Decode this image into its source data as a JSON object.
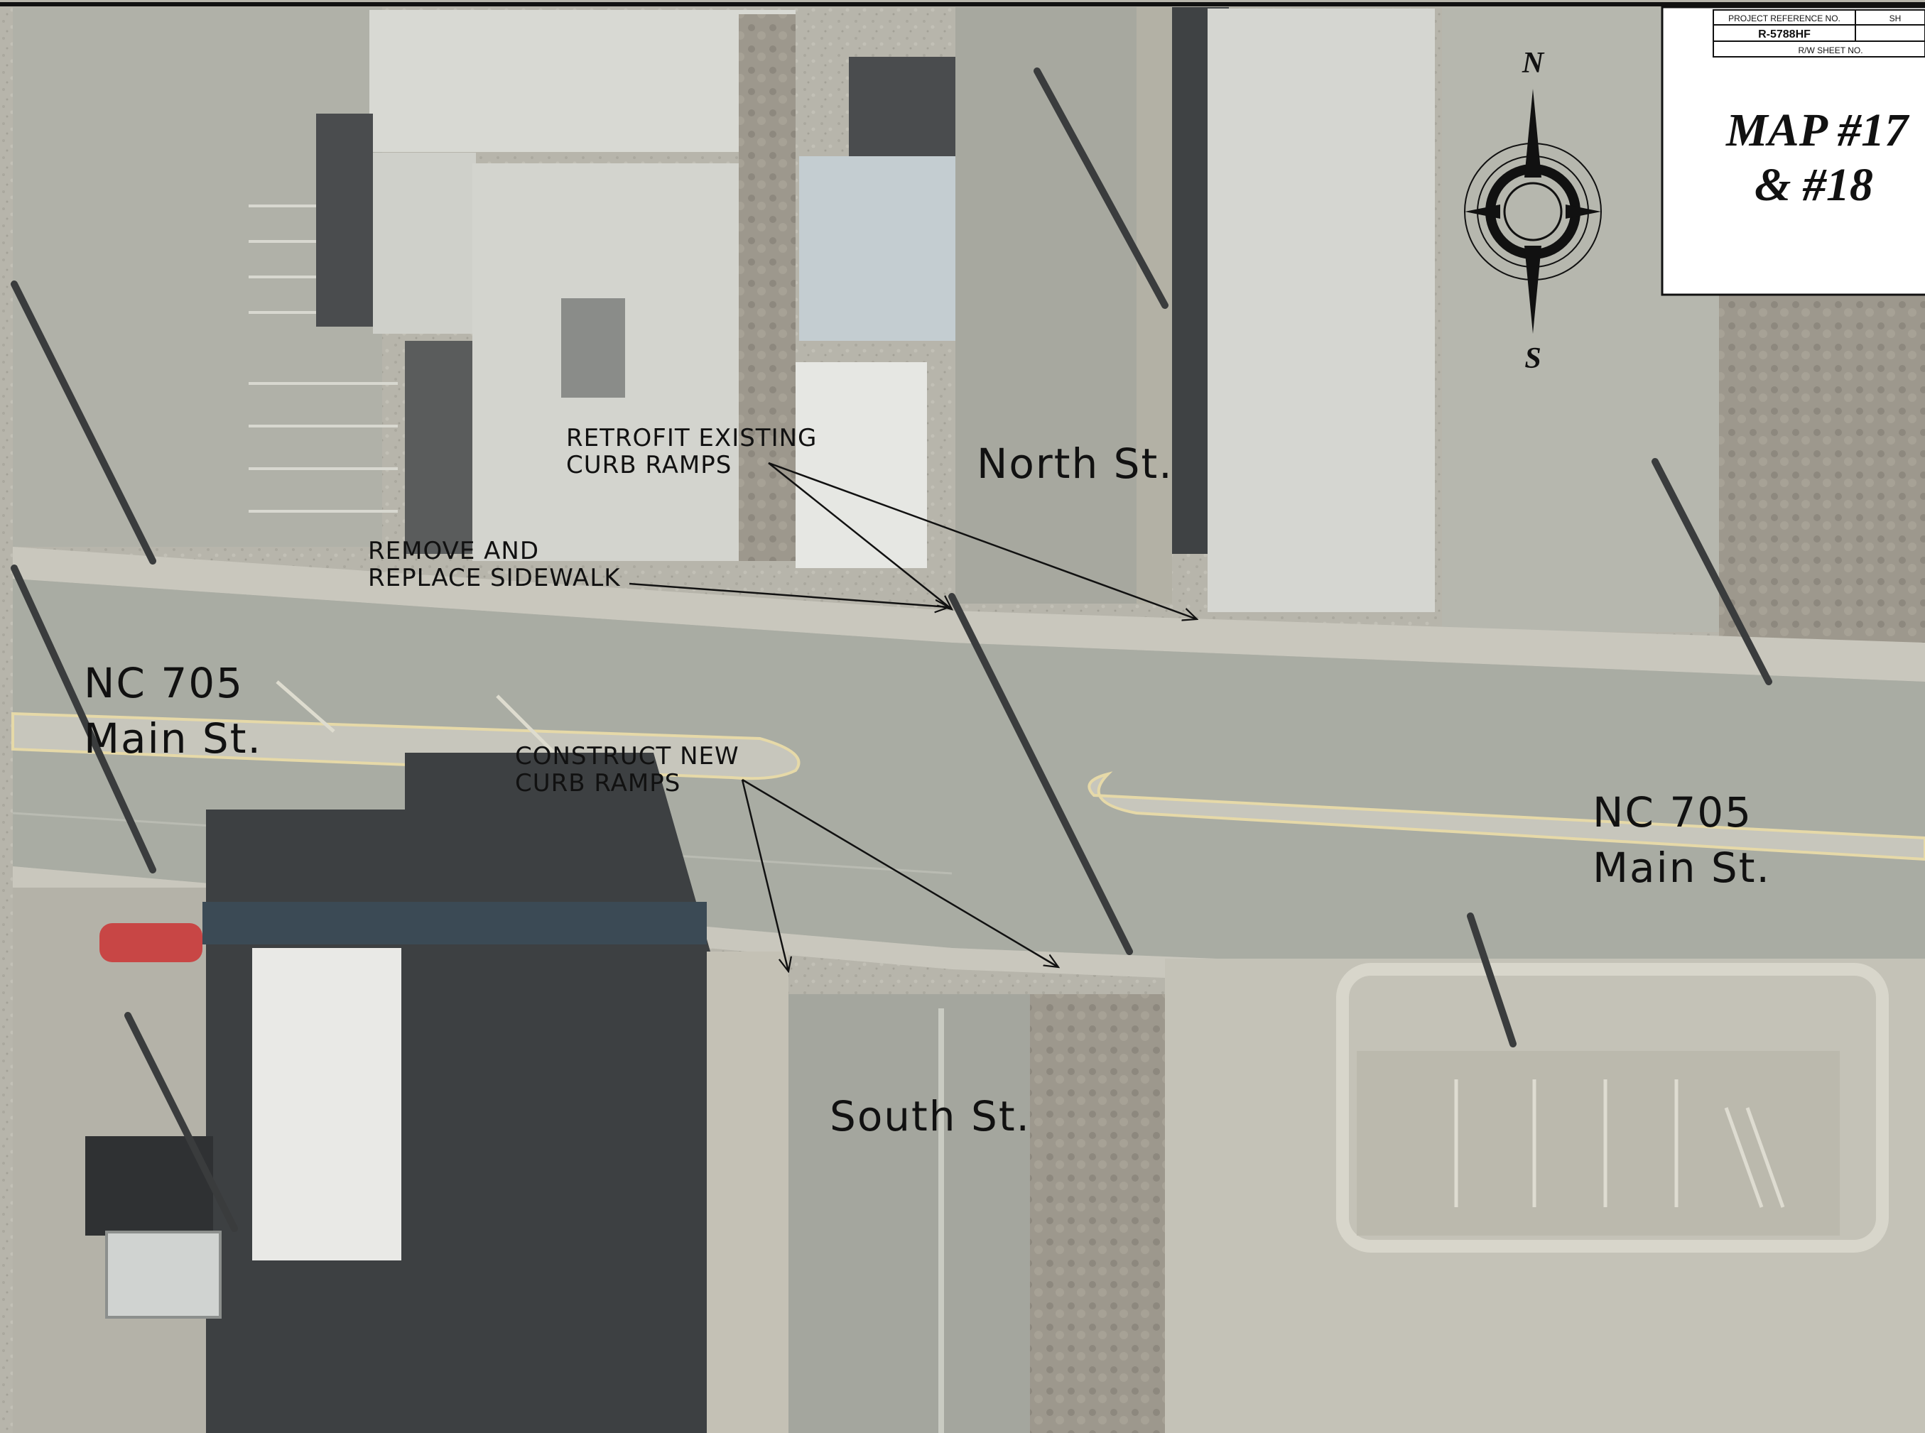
{
  "title_block": {
    "project_reference_label": "PROJECT REFERENCE NO.",
    "project_reference_value": "R-5788HF",
    "sheet_label": "SH",
    "rw_sheet_label": "R/W SHEET NO.",
    "map_title_line1": "MAP #17",
    "map_title_line2": "& #18"
  },
  "compass": {
    "north": "N",
    "south": "S"
  },
  "streets": {
    "north_st": "North St.",
    "south_st": "South St.",
    "main_west_line1": "NC 705",
    "main_west_line2": "Main St.",
    "main_east_line1": "NC 705",
    "main_east_line2": "Main St."
  },
  "annotations": {
    "retrofit_line1": "RETROFIT EXISTING",
    "retrofit_line2": "CURB RAMPS",
    "remove_line1": "REMOVE AND",
    "remove_line2": "REPLACE SIDEWALK",
    "construct_line1": "CONSTRUCT NEW",
    "construct_line2": "CURB RAMPS"
  },
  "colors": {
    "pavement": "#a9aca3",
    "sidewalk": "#c9c7bd",
    "roof_light": "#dcdcd6",
    "roof_dark": "#3e4144",
    "vegetation": "#9a958b",
    "ink": "#111111"
  }
}
